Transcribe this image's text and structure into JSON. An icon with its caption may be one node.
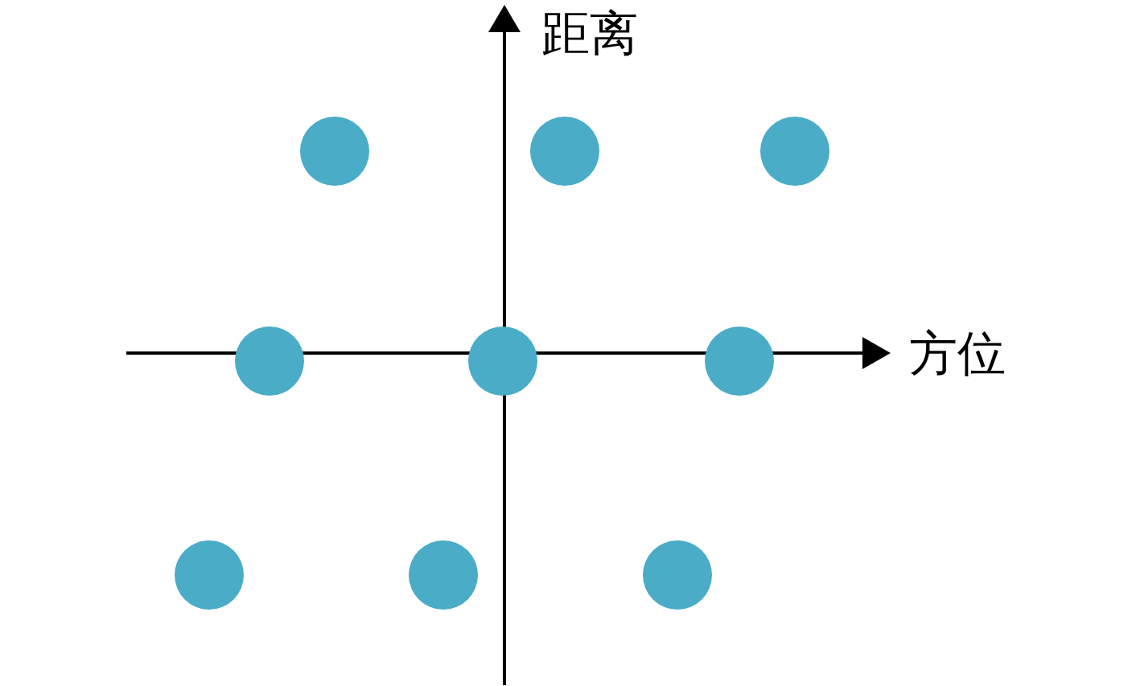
{
  "diagram": {
    "nodes": [
      {
        "text": [],
        "shape": "circle"
      },
      {
        "text": [],
        "shape": "circle"
      },
      {
        "text": [],
        "shape": "circle"
      },
      {
        "text": [],
        "shape": "circle"
      },
      {
        "text": [],
        "shape": "circle"
      },
      {
        "text": [],
        "shape": "circle"
      },
      {
        "text": [],
        "shape": "circle"
      },
      {
        "text": [],
        "shape": "circle"
      },
      {
        "text": [],
        "shape": "circle"
      }
    ],
    "labels": [
      "距离",
      "方位"
    ]
  }
}
